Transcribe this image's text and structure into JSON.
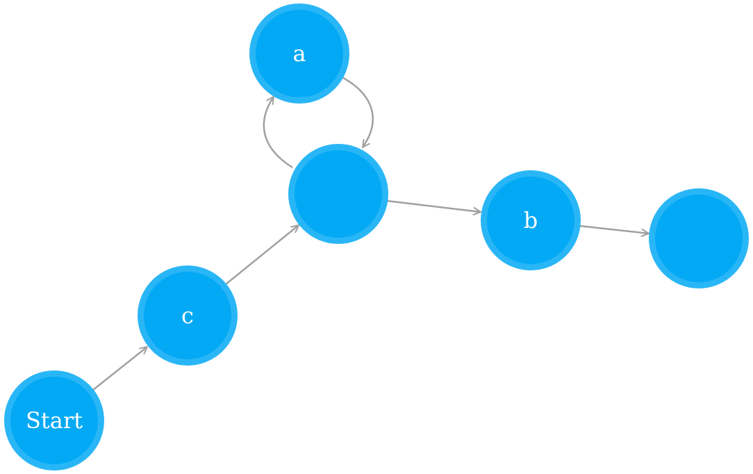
{
  "diagram": {
    "type": "state-graph",
    "colors": {
      "node_border": "#29b6f6",
      "node_fill": "#03a9f4",
      "label": "#ffffff",
      "edge": "#a0a0a0",
      "background": "#ffffff"
    },
    "nodes": [
      {
        "id": "start",
        "label": "Start"
      },
      {
        "id": "c",
        "label": "c"
      },
      {
        "id": "hub",
        "label": ""
      },
      {
        "id": "a",
        "label": "a"
      },
      {
        "id": "b",
        "label": "b"
      },
      {
        "id": "end",
        "label": ""
      }
    ],
    "edges": [
      {
        "from": "start",
        "to": "c"
      },
      {
        "from": "c",
        "to": "hub"
      },
      {
        "from": "hub",
        "to": "a"
      },
      {
        "from": "a",
        "to": "hub"
      },
      {
        "from": "hub",
        "to": "b"
      },
      {
        "from": "b",
        "to": "end"
      }
    ]
  }
}
